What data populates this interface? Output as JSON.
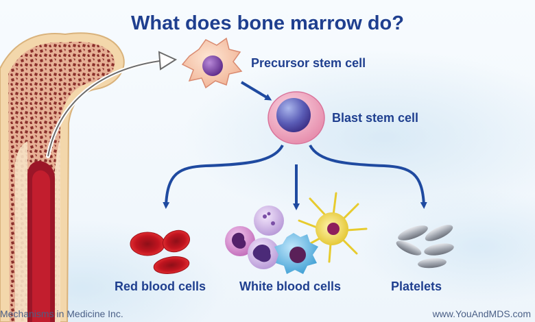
{
  "title": "What does bone marrow do?",
  "labels": {
    "precursor": "Precursor stem cell",
    "blast": "Blast stem cell",
    "red": "Red blood cells",
    "white": "White blood cells",
    "platelets": "Platelets"
  },
  "footer": {
    "left": "Mechanisms in Medicine Inc.",
    "right": "www.YouAndMDS.com"
  },
  "colors": {
    "title": "#1f3f8f",
    "arrow": "#1f4aa0",
    "bone": "#f0d2a4",
    "marrow": "#a3182a",
    "rbc": "#d61e26",
    "platelet": "#9ea3ab"
  }
}
